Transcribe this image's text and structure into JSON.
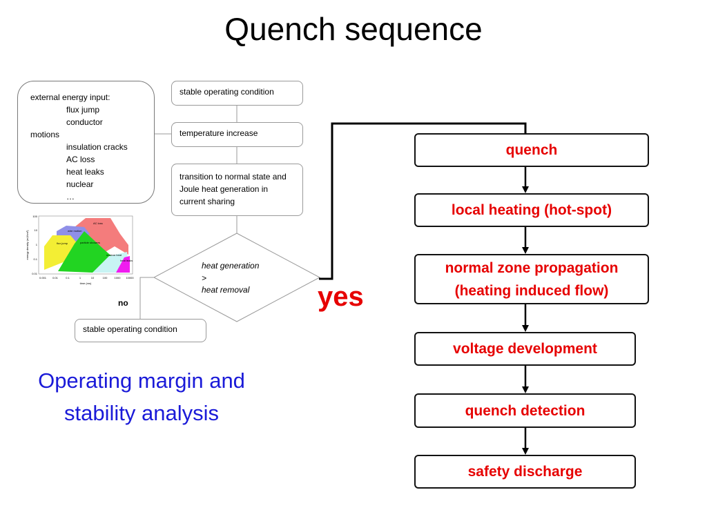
{
  "title": "Quench sequence",
  "energy_box": {
    "heading": "external energy input:",
    "items": [
      {
        "text": "flux jump",
        "indent": true
      },
      {
        "text": "conductor",
        "indent": true
      },
      {
        "text": "motions",
        "indent": false
      },
      {
        "text": "insulation cracks",
        "indent": true
      },
      {
        "text": "AC loss",
        "indent": true
      },
      {
        "text": "heat leaks",
        "indent": true
      },
      {
        "text": "nuclear",
        "indent": true
      },
      {
        "text": "…",
        "indent": true
      }
    ]
  },
  "flow": {
    "stable_top": "stable operating condition",
    "temperature": "temperature increase",
    "transition": "transition to normal state and Joule heat generation in current sharing",
    "decision": {
      "line1": "heat generation",
      "line2": ">",
      "line3": "heat removal"
    },
    "no_label": "no",
    "yes_label": "yes",
    "stable_bottom": "stable operating condition"
  },
  "margin_text": "Operating margin and stability analysis",
  "quench_steps": [
    "quench",
    "local heating (hot-spot)",
    "normal zone propagation (heating induced flow)",
    "voltage development",
    "quench detection",
    "safety discharge"
  ],
  "energy_chart": {
    "y_axis_label": "energy density (mJ/cm³)",
    "y_ticks": [
      "100",
      "10",
      "1",
      "0.1",
      "0.01"
    ],
    "x_axis_label": "time (ms)",
    "x_ticks": [
      "0.001",
      "0.01",
      "0.1",
      "1",
      "10",
      "100",
      "1000",
      "10000"
    ],
    "regions": [
      {
        "label": "AC loss",
        "color": "#f47c7c"
      },
      {
        "label": "wire motion",
        "color": "#8f8fe8"
      },
      {
        "label": "flux jump",
        "color": "#f3ee34"
      },
      {
        "label": "particle showers",
        "color": "#22d422"
      },
      {
        "label": "nuclear heat",
        "color": "#c8f4f4"
      },
      {
        "label": "heat leaks",
        "color": "#f01cf0"
      }
    ]
  },
  "colors": {
    "quench_text": "#e60000",
    "margin_text": "#1a1ad8",
    "connector": "#999999",
    "yes_path": "#000000"
  }
}
